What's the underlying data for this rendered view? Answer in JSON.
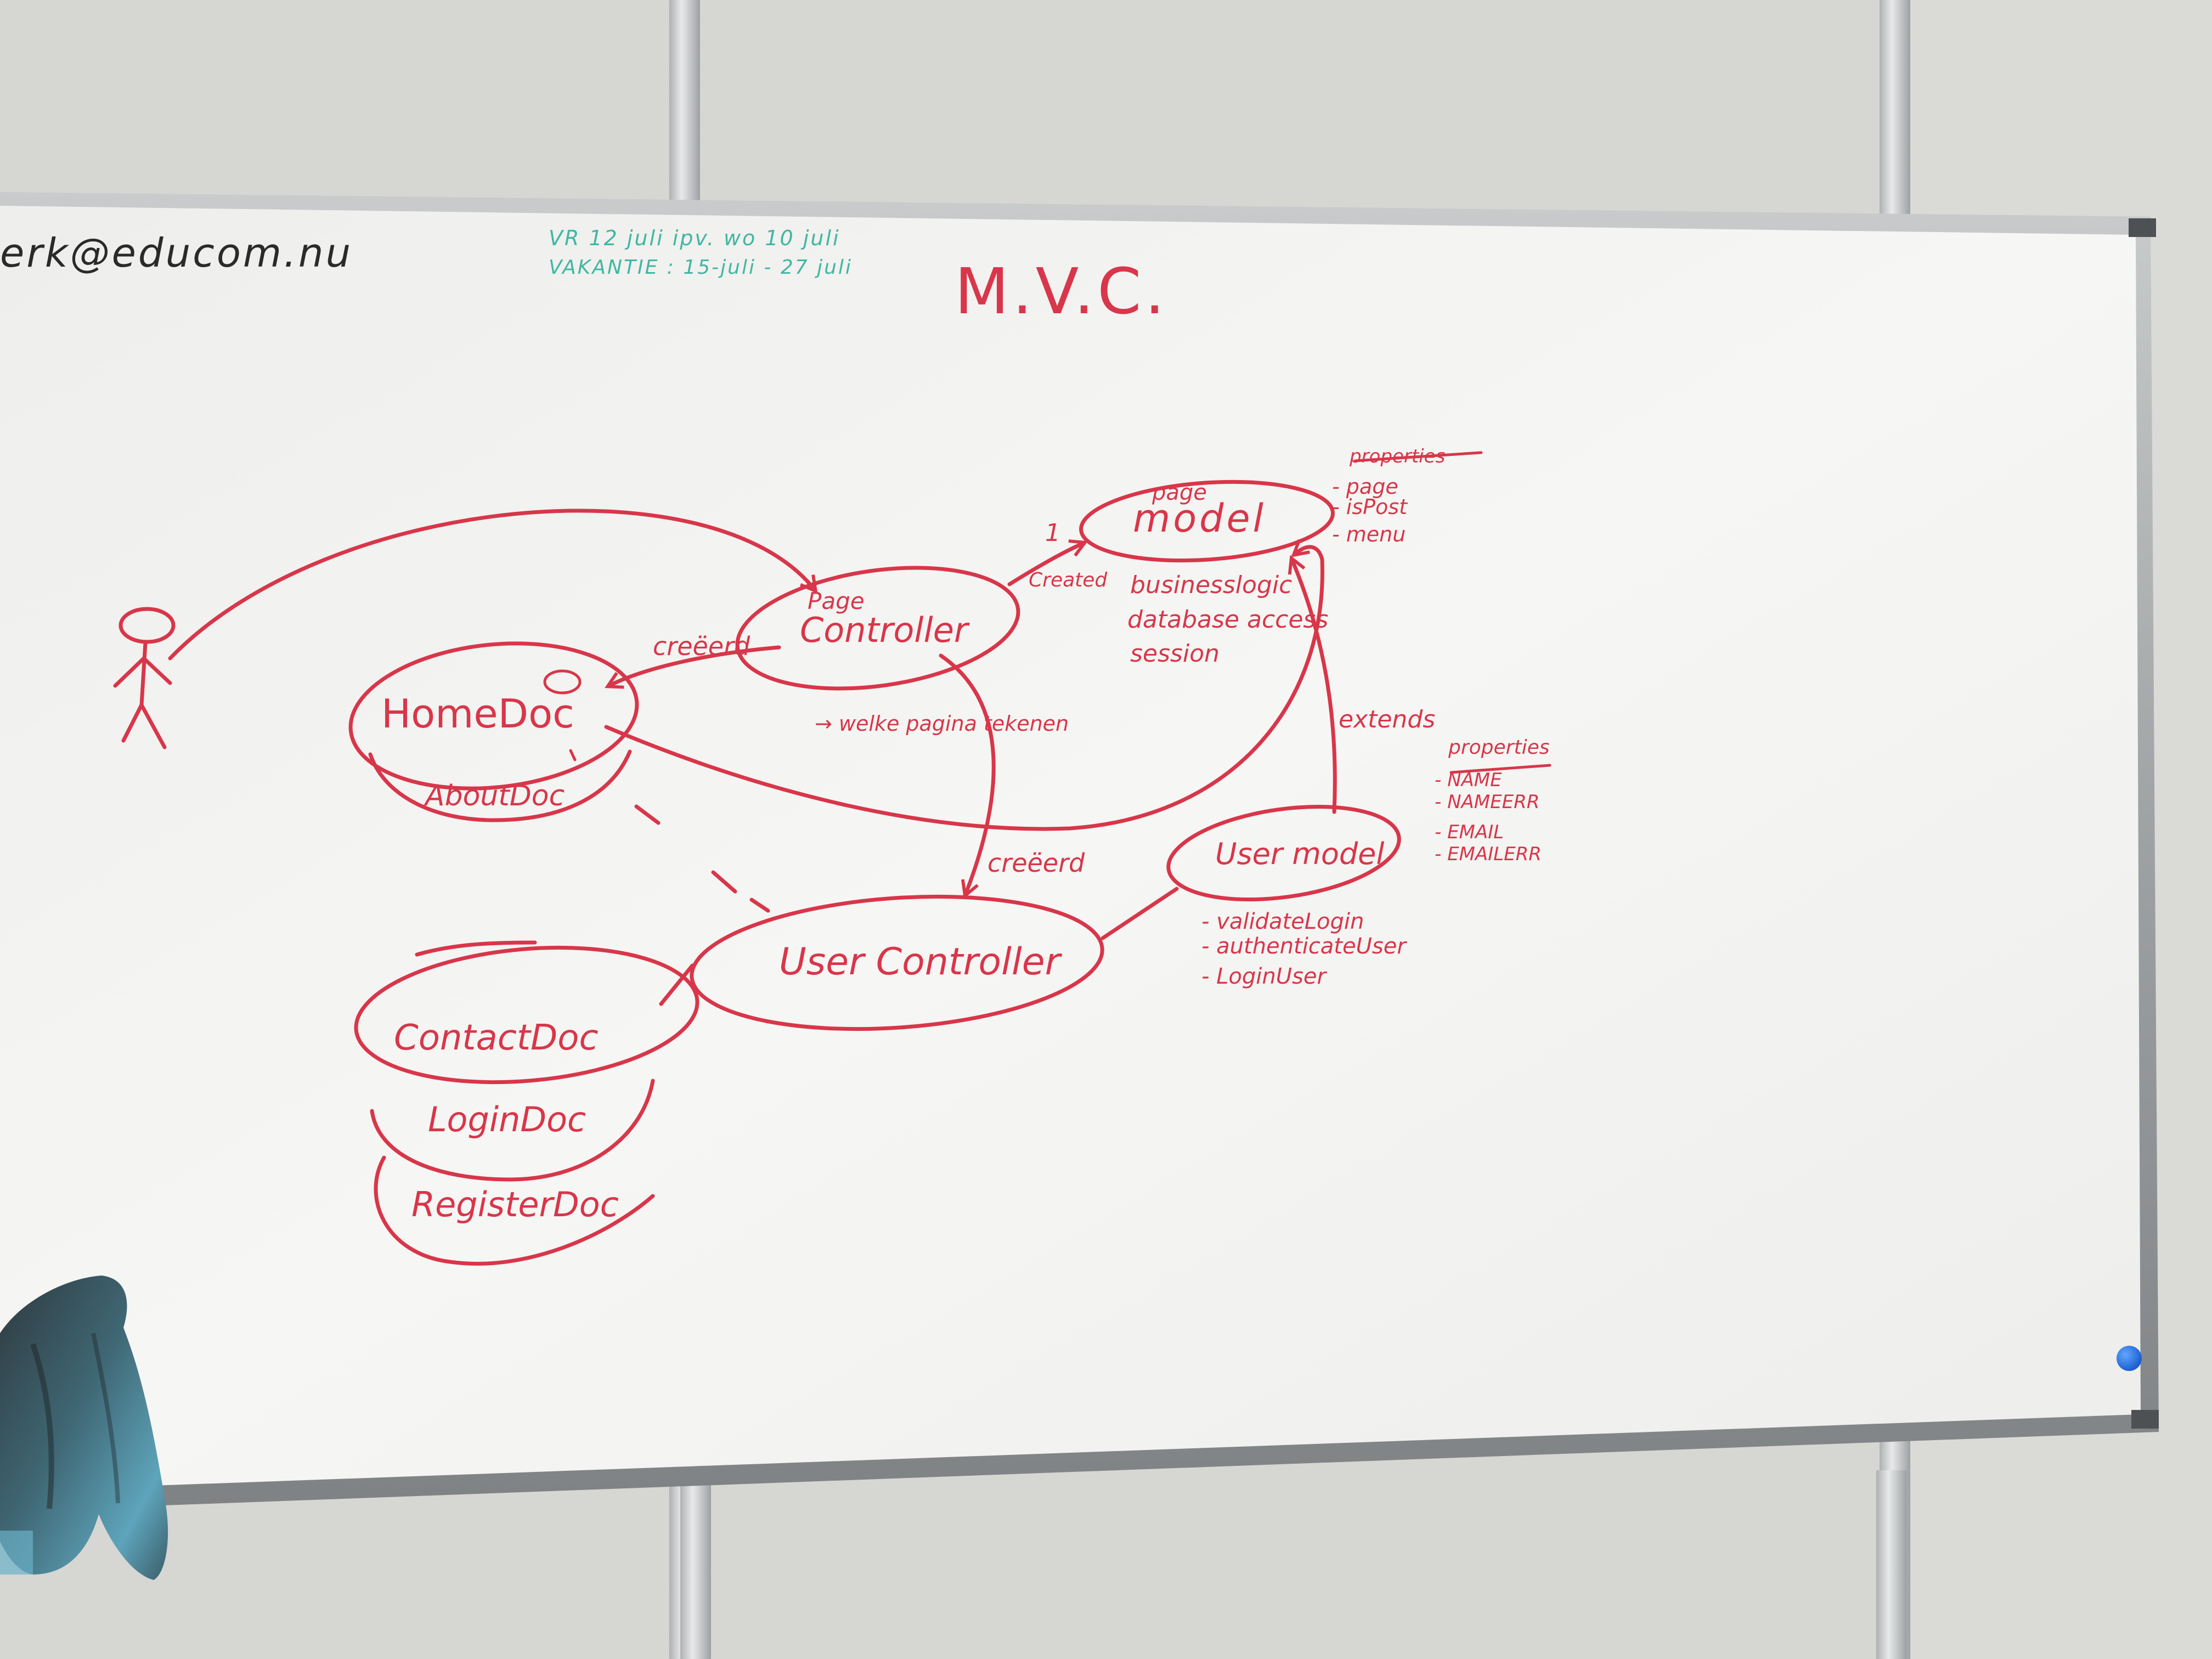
{
  "board": {
    "email": "erk@educom.nu",
    "notice_line1": "VR 12 juli  ipv. wo 10 juli",
    "notice_line2": "VAKANTIE : 15-juli - 27 juli",
    "title": "M.V.C."
  },
  "nodes": {
    "page_model_small": "page",
    "page_model": "model",
    "page_controller_small": "Page",
    "page_controller": "Controller",
    "home_doc": "HomeDoc",
    "about_doc": "AboutDoc",
    "user_controller": "User Controller",
    "user_model": "User model",
    "contact_doc": "ContactDoc",
    "login_doc": "LoginDoc",
    "register_doc": "RegisterDoc"
  },
  "labels": {
    "one": "1",
    "created_model": "Created",
    "created_home": "creëerd",
    "created_user": "creëerd",
    "extends": "extends",
    "which_page": "→ welke pagina tekenen"
  },
  "page_model_notes": {
    "heading": "properties",
    "items": [
      "- page",
      "- isPost",
      "- menu"
    ],
    "features": [
      "businesslogic",
      "database access",
      "session"
    ]
  },
  "user_model_notes": {
    "heading": "properties",
    "items": [
      "- NAME",
      "- NAMEERR",
      "- EMAIL",
      "- EMAILERR"
    ],
    "methods": [
      "- validateLogin",
      "- authenticateUser",
      "- LoginUser"
    ]
  },
  "colors": {
    "marker_red": "#d8364a",
    "marker_black": "#2a2a2a",
    "marker_teal": "#3fb7a2",
    "board_white": "#f4f4f2",
    "magnet_blue": "#2f74e8"
  }
}
